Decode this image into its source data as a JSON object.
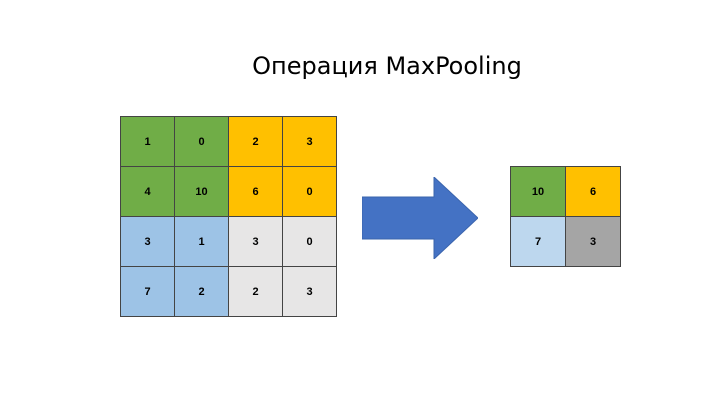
{
  "slide": {
    "title": "Операция MaxPooling"
  },
  "colors": {
    "green": "#70ad47",
    "yellow": "#ffc000",
    "blue": "#9dc3e6",
    "lightgray": "#e7e6e6",
    "lightblue": "#bdd7ee",
    "darkgray": "#a5a5a5",
    "arrow": "#4472c4"
  },
  "input_grid": [
    [
      {
        "v": "1",
        "c": "green"
      },
      {
        "v": "0",
        "c": "green"
      },
      {
        "v": "2",
        "c": "yellow"
      },
      {
        "v": "3",
        "c": "yellow"
      }
    ],
    [
      {
        "v": "4",
        "c": "green"
      },
      {
        "v": "10",
        "c": "green"
      },
      {
        "v": "6",
        "c": "yellow"
      },
      {
        "v": "0",
        "c": "yellow"
      }
    ],
    [
      {
        "v": "3",
        "c": "blue"
      },
      {
        "v": "1",
        "c": "blue"
      },
      {
        "v": "3",
        "c": "lightgray"
      },
      {
        "v": "0",
        "c": "lightgray"
      }
    ],
    [
      {
        "v": "7",
        "c": "blue"
      },
      {
        "v": "2",
        "c": "blue"
      },
      {
        "v": "2",
        "c": "lightgray"
      },
      {
        "v": "3",
        "c": "lightgray"
      }
    ]
  ],
  "output_grid": [
    [
      {
        "v": "10",
        "c": "green"
      },
      {
        "v": "6",
        "c": "yellow"
      }
    ],
    [
      {
        "v": "7",
        "c": "lightblue"
      },
      {
        "v": "3",
        "c": "darkgray"
      }
    ]
  ],
  "icons": {
    "arrow": "right-arrow-icon"
  }
}
